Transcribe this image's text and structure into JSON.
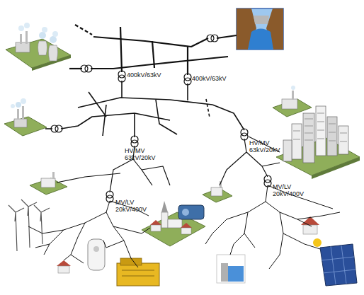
{
  "diagram": {
    "labels": [
      "400kV/63kV",
      "400kV/63kV",
      "HV/MV 63kV/20kV",
      "HV/MV 63kV/20kV",
      "MV/LV 20kV/400V",
      "MV/LV 20kV/400V"
    ]
  }
}
